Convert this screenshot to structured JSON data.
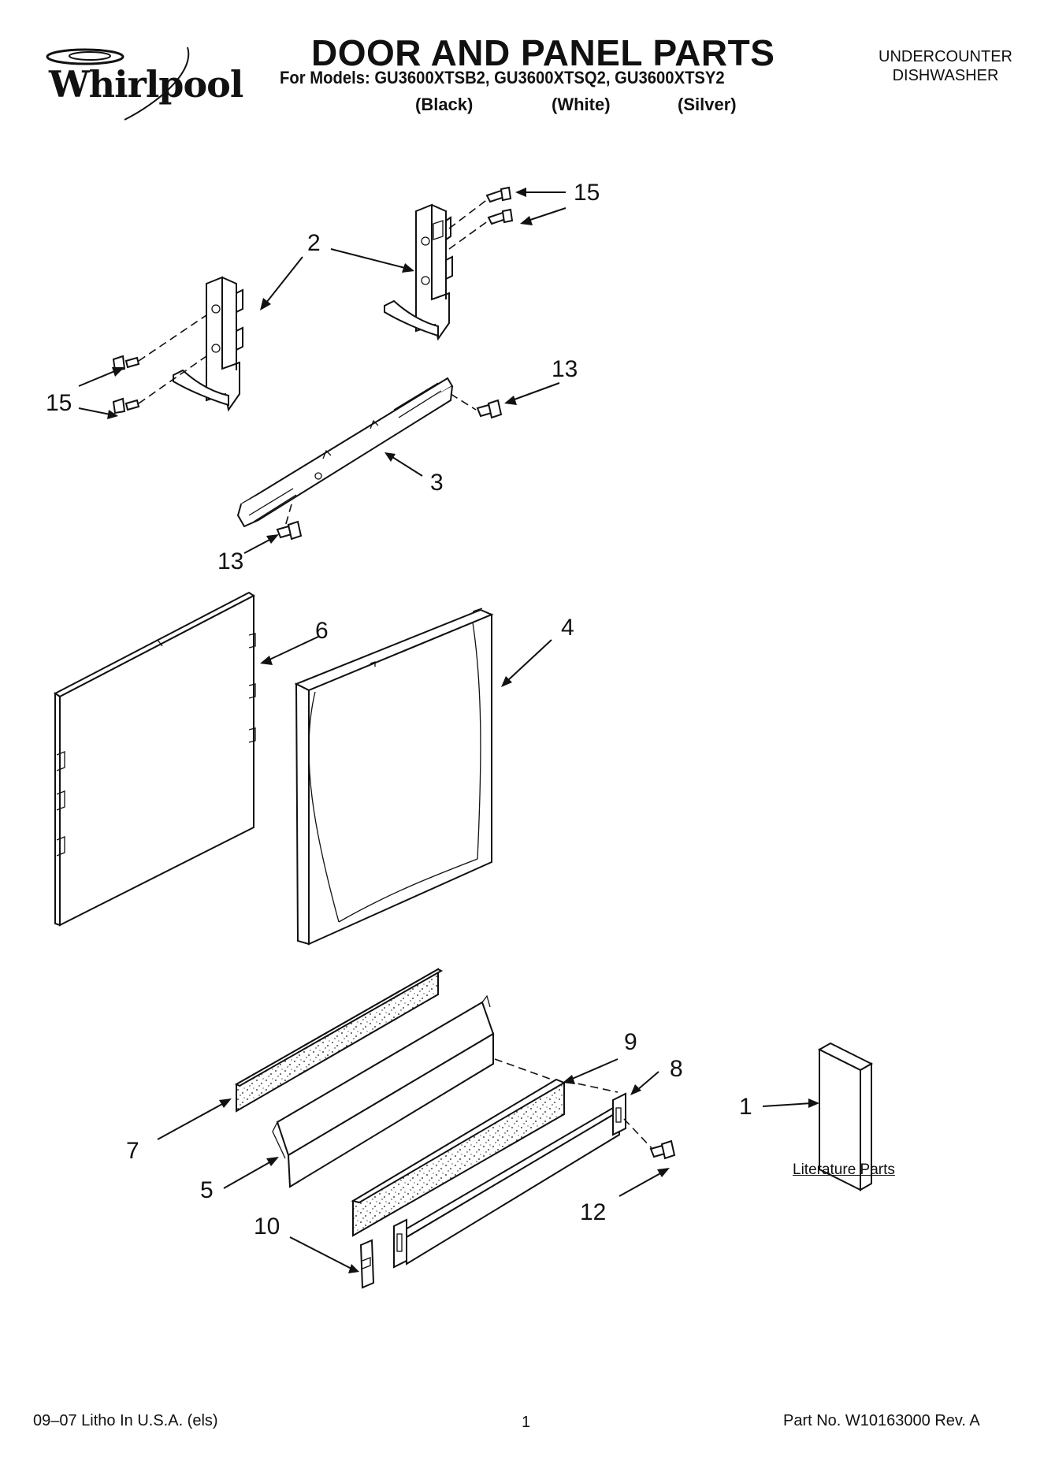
{
  "header": {
    "brand": "Whirlpool",
    "title": "DOOR AND PANEL PARTS",
    "models_line": "For Models: GU3600XTSB2, GU3600XTSQ2, GU3600XTSY2",
    "colors": [
      "(Black)",
      "(White)",
      "(Silver)"
    ],
    "appliance_line1": "UNDERCOUNTER",
    "appliance_line2": "DISHWASHER"
  },
  "callouts": {
    "c15_top": "15",
    "c2": "2",
    "c15_left": "15",
    "c13_right": "13",
    "c3": "3",
    "c13_left": "13",
    "c6": "6",
    "c4": "4",
    "c9": "9",
    "c8": "8",
    "c1": "1",
    "c7": "7",
    "c5": "5",
    "c12": "12",
    "c10": "10"
  },
  "literature_label": "Literature Parts",
  "footer": {
    "left": "09–07 Litho In U.S.A. (els)",
    "page": "1",
    "right": "Part No. W10163000 Rev. A"
  }
}
